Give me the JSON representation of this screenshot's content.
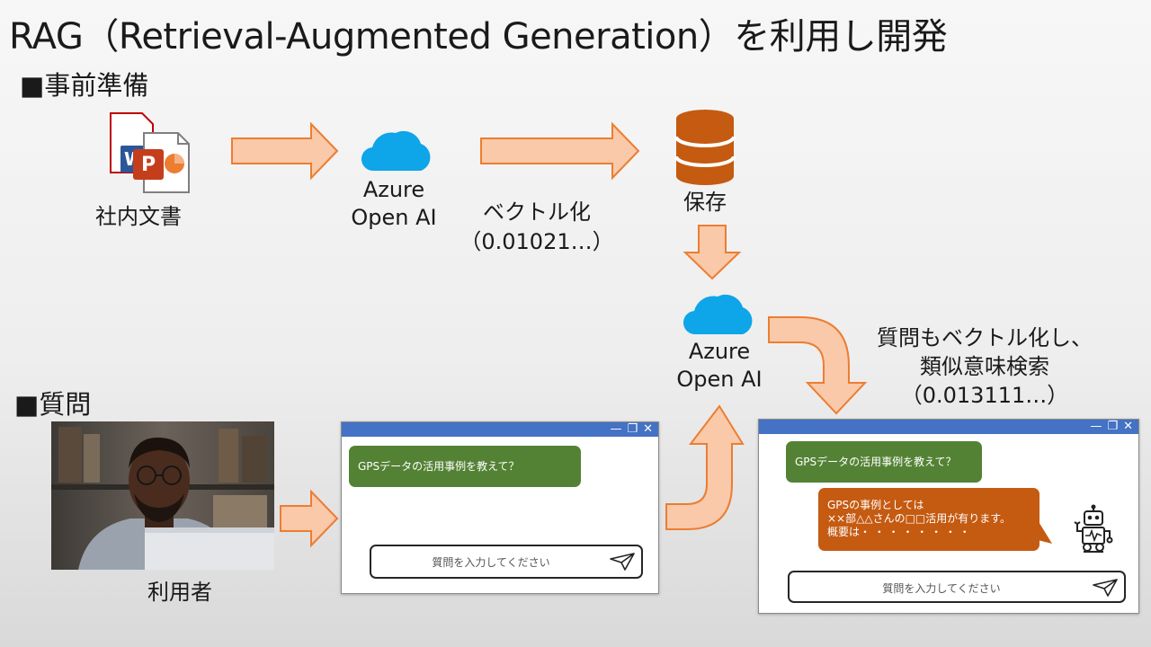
{
  "title": "RAG（Retrieval-Augmented Generation）を利用し開発",
  "sections": {
    "prep": "■事前準備",
    "question": "■質問"
  },
  "labels": {
    "internal_docs": "社内文書",
    "azure_1": "Azure\nOpen AI",
    "vectorize": "ベクトル化",
    "vector_value_1": "（0.01021…）",
    "store": "保存",
    "azure_2": "Azure\nOpen AI",
    "query_note_1": "質問もベクトル化し、",
    "query_note_2": "類似意味検索",
    "vector_value_2": "（0.013111…）",
    "user": "利用者"
  },
  "chat1": {
    "question": "GPSデータの活用事例を教えて？",
    "placeholder": "質問を入力してください"
  },
  "chat2": {
    "question": "GPSデータの活用事例を教えて？",
    "answer": "GPSの事例としては\n××部△△さんの□□活用が有ります。\n概要は・ ・ ・ ・ ・ ・ ・ ・",
    "placeholder": "質問を入力してください"
  },
  "window_controls": {
    "minimize": "—",
    "restore": "❐",
    "close": "✕"
  },
  "icons": [
    "word-document-icon",
    "powerpoint-document-icon",
    "cloud-icon",
    "database-icon",
    "robot-icon",
    "send-icon",
    "user-photo"
  ],
  "colors": {
    "arrow_fill": "#f9c9aa",
    "arrow_stroke": "#ed7d31",
    "cloud": "#0ea5e9",
    "database": "#c55a11",
    "chat_question": "#548235",
    "chat_answer": "#c55a11",
    "window_bar": "#4472c4"
  }
}
